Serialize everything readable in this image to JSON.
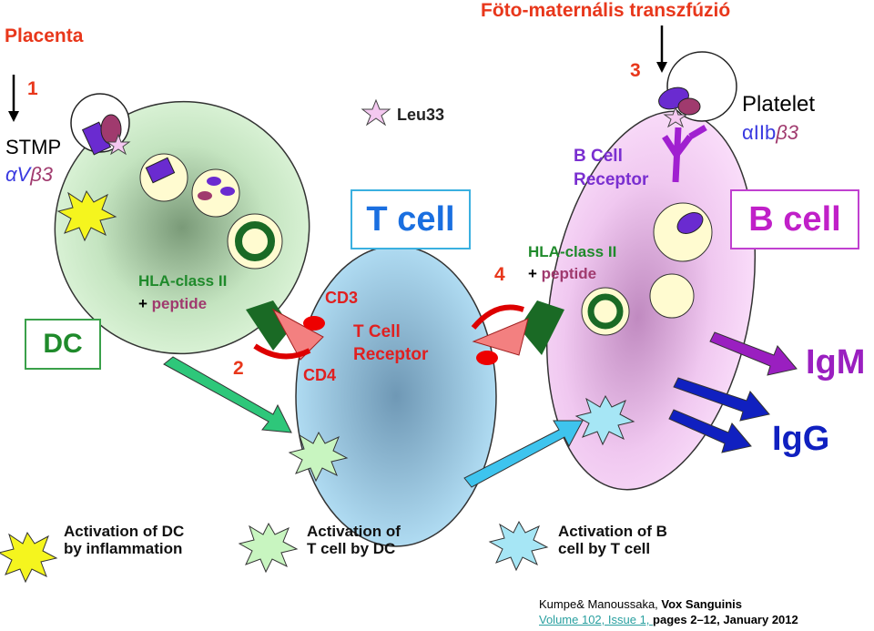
{
  "title_left": "Placenta",
  "title_right": "Föto-maternális transzfúzió",
  "steps": [
    "1",
    "2",
    "3",
    "4"
  ],
  "stmp": {
    "label": "STMP",
    "integrin_alpha": "αV",
    "integrin_beta": "β3"
  },
  "platelet": {
    "label": "Platelet",
    "integrin_alpha": "αIIb",
    "integrin_beta": "β3"
  },
  "leu33": "Leu33",
  "cells": {
    "dc": "DC",
    "t_cell": "T cell",
    "b_cell": "B cell"
  },
  "labels": {
    "hla_dc_1": "HLA-class II",
    "hla_dc_2_plus": "+ ",
    "hla_dc_2": "peptide",
    "hla_b_1": "HLA-class II",
    "hla_b_2_plus": "+ ",
    "hla_b_2": "peptide",
    "cd3": "CD3",
    "cd4": "CD4",
    "tcr_1": "T Cell",
    "tcr_2": "Receptor",
    "bcr_1": "B Cell",
    "bcr_2": "Receptor",
    "igm": "IgM",
    "igg": "IgG"
  },
  "legend": [
    {
      "line1": "Activation of DC",
      "line2": "by inflammation",
      "color": "#f5f51e"
    },
    {
      "line1": "Activation of",
      "line2": "T cell by DC",
      "color": "#c8f5c0"
    },
    {
      "line1": "Activation of B",
      "line2": "cell by T cell",
      "color": "#a6e6f5"
    }
  ],
  "citation": {
    "authors": "Kumpe&  Manoussaka, ",
    "journal": "Vox Sanguinis",
    "link": "Volume 102, Issue 1, ",
    "rest": "pages 2–12, January 2012"
  }
}
